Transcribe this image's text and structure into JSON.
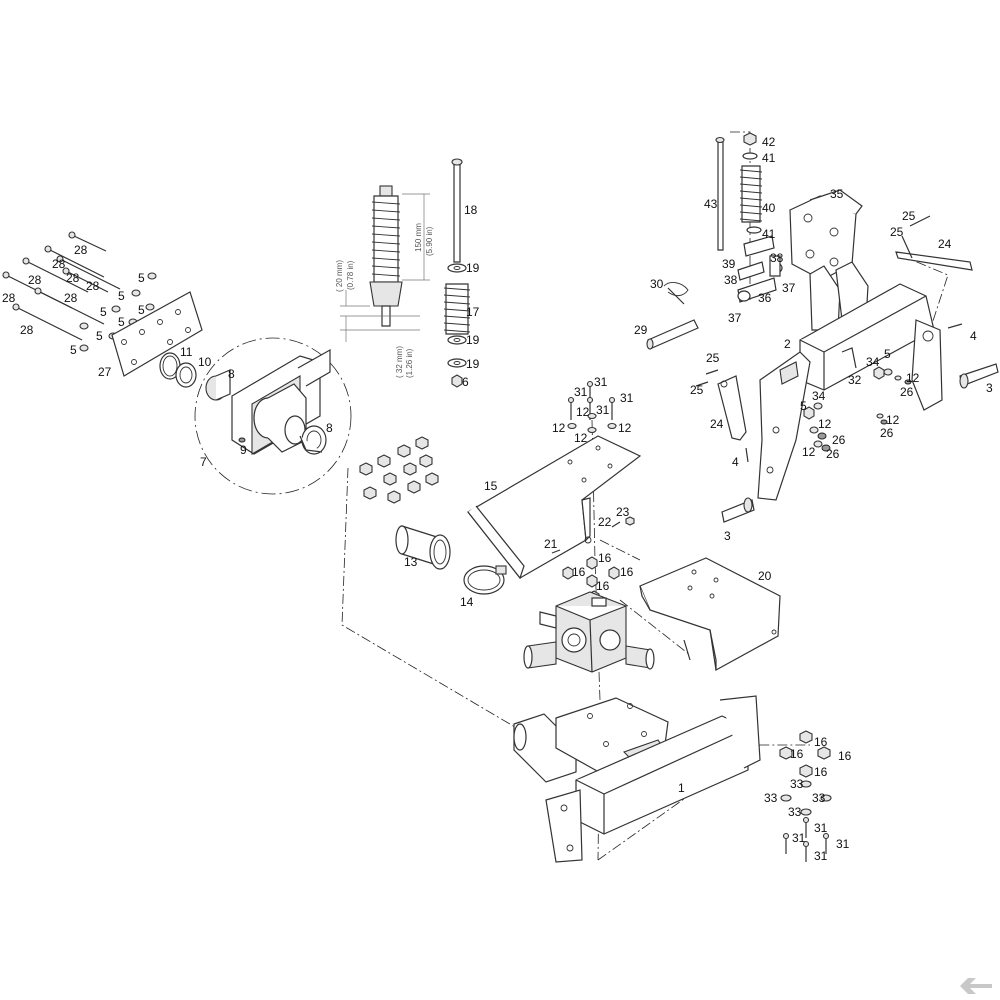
{
  "callouts": [
    {
      "id": "c42",
      "text": "42"
    },
    {
      "id": "c41a",
      "text": "41"
    },
    {
      "id": "c43",
      "text": "43"
    },
    {
      "id": "c40",
      "text": "40"
    },
    {
      "id": "c35",
      "text": "35"
    },
    {
      "id": "c41b",
      "text": "41"
    },
    {
      "id": "c39",
      "text": "39"
    },
    {
      "id": "c38a",
      "text": "38"
    },
    {
      "id": "c38b",
      "text": "38"
    },
    {
      "id": "c36",
      "text": "36"
    },
    {
      "id": "c37a",
      "text": "37"
    },
    {
      "id": "c37b",
      "text": "37"
    },
    {
      "id": "c25a",
      "text": "25"
    },
    {
      "id": "c25b",
      "text": "25"
    },
    {
      "id": "c24a",
      "text": "24"
    },
    {
      "id": "c30",
      "text": "30"
    },
    {
      "id": "c29",
      "text": "29"
    },
    {
      "id": "c2",
      "text": "2"
    },
    {
      "id": "c4a",
      "text": "4"
    },
    {
      "id": "c3a",
      "text": "3"
    },
    {
      "id": "c34a",
      "text": "34"
    },
    {
      "id": "c5a",
      "text": "5"
    },
    {
      "id": "c32",
      "text": "32"
    },
    {
      "id": "c12a",
      "text": "12"
    },
    {
      "id": "c26a",
      "text": "26"
    },
    {
      "id": "c12b",
      "text": "12"
    },
    {
      "id": "c26b",
      "text": "26"
    },
    {
      "id": "c25c",
      "text": "25"
    },
    {
      "id": "c25d",
      "text": "25"
    },
    {
      "id": "c34b",
      "text": "34"
    },
    {
      "id": "c5b",
      "text": "5"
    },
    {
      "id": "c12c",
      "text": "12"
    },
    {
      "id": "c26c",
      "text": "26"
    },
    {
      "id": "c12d",
      "text": "12"
    },
    {
      "id": "c26d",
      "text": "26"
    },
    {
      "id": "c24b",
      "text": "24"
    },
    {
      "id": "c4b",
      "text": "4"
    },
    {
      "id": "c3b",
      "text": "3"
    },
    {
      "id": "c18",
      "text": "18"
    },
    {
      "id": "c19a",
      "text": "19"
    },
    {
      "id": "c17",
      "text": "17"
    },
    {
      "id": "c19b",
      "text": "19"
    },
    {
      "id": "c19c",
      "text": "19"
    },
    {
      "id": "c6",
      "text": "6"
    },
    {
      "id": "c31a",
      "text": "31"
    },
    {
      "id": "c31b",
      "text": "31"
    },
    {
      "id": "c31c",
      "text": "31"
    },
    {
      "id": "c12e",
      "text": "12"
    },
    {
      "id": "c12f",
      "text": "12"
    },
    {
      "id": "c31d",
      "text": "31"
    },
    {
      "id": "c12g",
      "text": "12"
    },
    {
      "id": "c12h",
      "text": "12"
    },
    {
      "id": "c15",
      "text": "15"
    },
    {
      "id": "c23",
      "text": "23"
    },
    {
      "id": "c22",
      "text": "22"
    },
    {
      "id": "c21",
      "text": "21"
    },
    {
      "id": "c16a",
      "text": "16"
    },
    {
      "id": "c16b",
      "text": "16"
    },
    {
      "id": "c16c",
      "text": "16"
    },
    {
      "id": "c16d",
      "text": "16"
    },
    {
      "id": "c20",
      "text": "20"
    },
    {
      "id": "c13",
      "text": "13"
    },
    {
      "id": "c14",
      "text": "14"
    },
    {
      "id": "c28a",
      "text": "28"
    },
    {
      "id": "c28b",
      "text": "28"
    },
    {
      "id": "c28c",
      "text": "28"
    },
    {
      "id": "c28d",
      "text": "28"
    },
    {
      "id": "c28e",
      "text": "28"
    },
    {
      "id": "c28f",
      "text": "28"
    },
    {
      "id": "c28g",
      "text": "28"
    },
    {
      "id": "c28h",
      "text": "28"
    },
    {
      "id": "c5c",
      "text": "5"
    },
    {
      "id": "c5d",
      "text": "5"
    },
    {
      "id": "c5e",
      "text": "5"
    },
    {
      "id": "c5f",
      "text": "5"
    },
    {
      "id": "c5g",
      "text": "5"
    },
    {
      "id": "c5h",
      "text": "5"
    },
    {
      "id": "c5i",
      "text": "5"
    },
    {
      "id": "c27",
      "text": "27"
    },
    {
      "id": "c11",
      "text": "11"
    },
    {
      "id": "c10",
      "text": "10"
    },
    {
      "id": "c8a",
      "text": "8"
    },
    {
      "id": "c8b",
      "text": "8"
    },
    {
      "id": "c9",
      "text": "9"
    },
    {
      "id": "c7",
      "text": "7"
    },
    {
      "id": "c1",
      "text": "1"
    },
    {
      "id": "c16e",
      "text": "16"
    },
    {
      "id": "c16f",
      "text": "16"
    },
    {
      "id": "c16g",
      "text": "16"
    },
    {
      "id": "c16h",
      "text": "16"
    },
    {
      "id": "c33a",
      "text": "33"
    },
    {
      "id": "c33b",
      "text": "33"
    },
    {
      "id": "c33c",
      "text": "33"
    },
    {
      "id": "c33d",
      "text": "33"
    },
    {
      "id": "c31e",
      "text": "31"
    },
    {
      "id": "c31f",
      "text": "31"
    },
    {
      "id": "c31g",
      "text": "31"
    },
    {
      "id": "c31h",
      "text": "31"
    }
  ],
  "dimensions": {
    "spring_length_mm": "150 mm",
    "spring_length_in": "(5.90 in)",
    "top_offset_mm": "( 20 mm)",
    "top_offset_in": "(0.78 in)",
    "bottom_offset_mm": "( 32 mm)",
    "bottom_offset_in": "(1.26 in)"
  }
}
